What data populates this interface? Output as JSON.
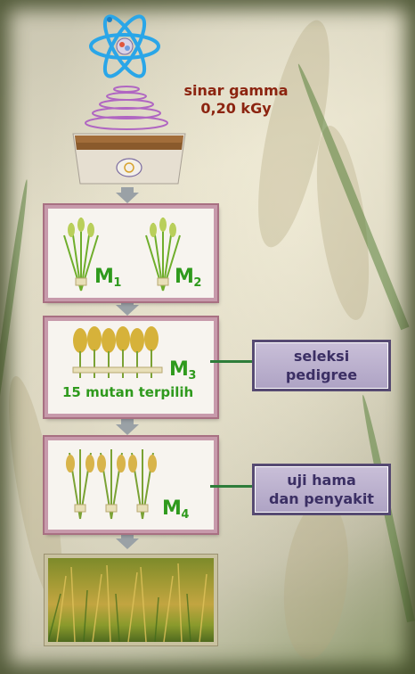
{
  "radiation": {
    "line1": "sinar gamma",
    "line2": "0,20 kGy"
  },
  "steps": [
    {
      "labels": [
        {
          "m": "M",
          "n": "1"
        },
        {
          "m": "M",
          "n": "2"
        }
      ]
    },
    {
      "labels": [
        {
          "m": "M",
          "n": "3"
        }
      ],
      "caption": "15 mutan terpilih"
    },
    {
      "labels": [
        {
          "m": "M",
          "n": "4"
        }
      ]
    }
  ],
  "side_boxes": [
    {
      "text": "seleksi\npedigree"
    },
    {
      "text": "uji hama\ndan penyakit"
    }
  ],
  "colors": {
    "generation_label": "#2f9a1d",
    "radiation_text": "#8c2410",
    "box_border": "#c79aab",
    "side_box_fill": "#b8aecb",
    "side_box_border": "#564a72",
    "connector": "#2e7d3a"
  },
  "icons": [
    "atom-icon",
    "radiation-wave-icon",
    "seed-tray-icon",
    "rice-plant-icon",
    "rice-field-image"
  ]
}
